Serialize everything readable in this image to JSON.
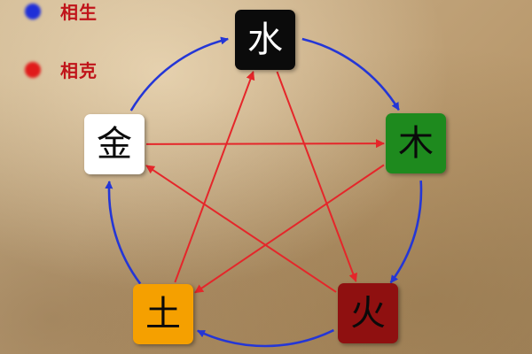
{
  "legend": {
    "sheng": {
      "label": "相生",
      "color": "#1f2fd8"
    },
    "ke": {
      "label": "相克",
      "color": "#e01b1b"
    }
  },
  "colors": {
    "sheng_arrow": "#2436d6",
    "ke_arrow": "#e5262a"
  },
  "nodes": {
    "water": {
      "label": "水",
      "bg": "#0b0b0b",
      "fg": "#ffffff"
    },
    "wood": {
      "label": "木",
      "bg": "#1e8a1e",
      "fg": "#0a0a0a"
    },
    "fire": {
      "label": "火",
      "bg": "#8f1010",
      "fg": "#0a0a0a"
    },
    "earth": {
      "label": "土",
      "bg": "#f5a000",
      "fg": "#0a0a0a"
    },
    "metal": {
      "label": "金",
      "bg": "#ffffff",
      "fg": "#0a0a0a"
    }
  },
  "relations": {
    "sheng": [
      [
        "metal",
        "water"
      ],
      [
        "water",
        "wood"
      ],
      [
        "wood",
        "fire"
      ],
      [
        "fire",
        "earth"
      ],
      [
        "earth",
        "metal"
      ]
    ],
    "ke": [
      [
        "water",
        "fire"
      ],
      [
        "fire",
        "metal"
      ],
      [
        "metal",
        "wood"
      ],
      [
        "wood",
        "earth"
      ],
      [
        "earth",
        "water"
      ]
    ]
  }
}
